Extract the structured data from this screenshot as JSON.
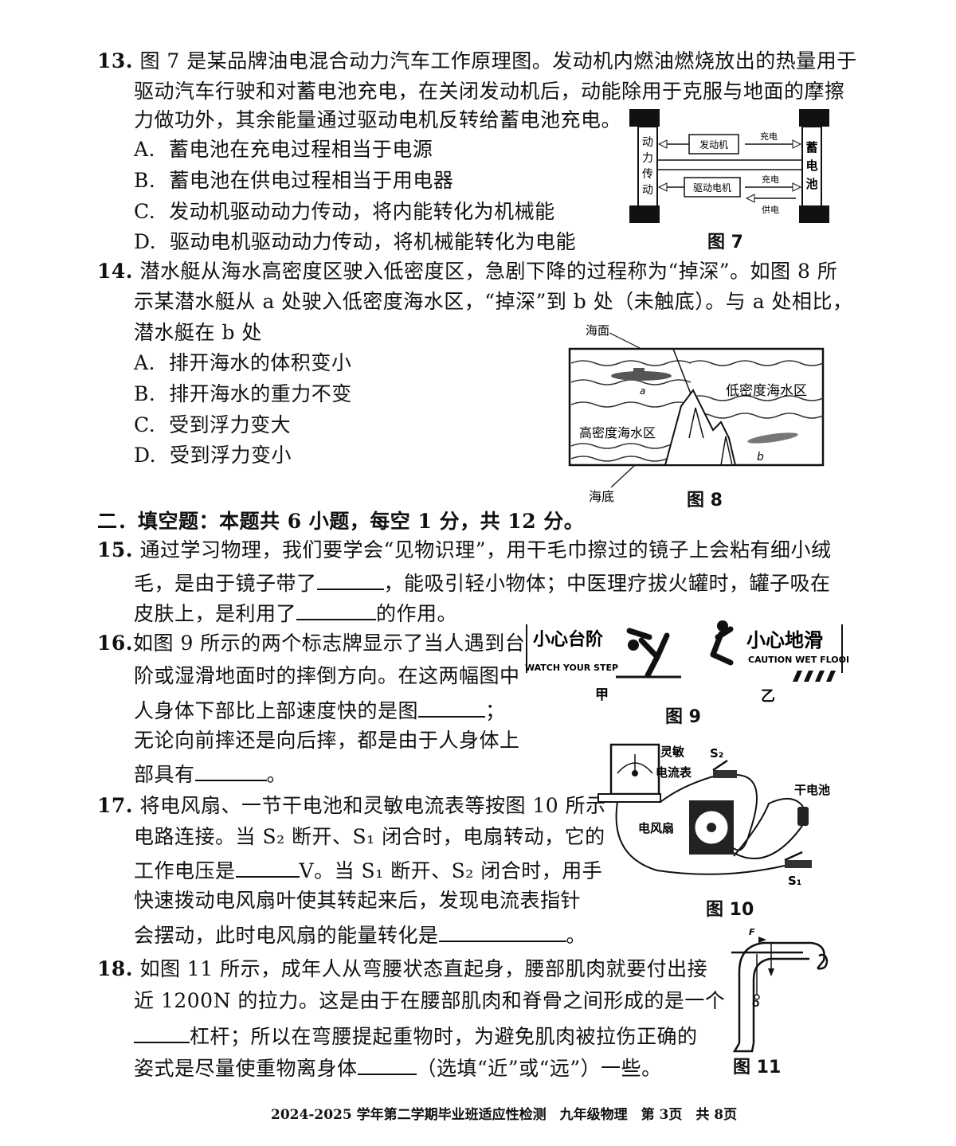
{
  "q13": {
    "num": "13.",
    "line1": "图 7 是某品牌油电混合动力汽车工作原理图。发动机内燃油燃烧放出的热量用于",
    "line2": "驱动汽车行驶和对蓄电池充电，在关闭发动机后，动能除用于克服与地面的摩擦",
    "line3": "力做功外，其余能量通过驱动电机反转给蓄电池充电。",
    "options": [
      {
        "label": "A.",
        "text": "蓄电池在充电过程相当于电源"
      },
      {
        "label": "B.",
        "text": "蓄电池在供电过程相当于用电器"
      },
      {
        "label": "C.",
        "text": "发动机驱动动力传动，将内能转化为机械能"
      },
      {
        "label": "D.",
        "text": "驱动电机驱动动力传动，将机械能转化为电能"
      }
    ],
    "figure": {
      "caption": "图 7",
      "transmission": "动力传动",
      "engine": "发动机",
      "motor": "驱动电机",
      "battery": "蓄电池",
      "charge_top": "充电",
      "charge_bottom": "充电",
      "supply": "供电"
    }
  },
  "q14": {
    "num": "14.",
    "line1": "潜水艇从海水高密度区驶入低密度区，急剧下降的过程称为“掉深”。如图 8 所",
    "line2": "示某潜水艇从 a 处驶入低密度海水区，“掉深”到 b 处（未触底）。与 a 处相比，",
    "line3": "潜水艇在 b 处",
    "options": [
      {
        "label": "A.",
        "text": "排开海水的体积变小"
      },
      {
        "label": "B.",
        "text": "排开海水的重力不变"
      },
      {
        "label": "C.",
        "text": "受到浮力变大"
      },
      {
        "label": "D.",
        "text": "受到浮力变小"
      }
    ],
    "figure": {
      "caption": "图 8",
      "sea_surface": "海面",
      "low_density": "低密度海水区",
      "high_density": "高密度海水区",
      "seabed": "海底",
      "point_a": "a",
      "point_b": "b"
    }
  },
  "section2": "二．填空题：本题共 6 小题，每空 1 分，共 12 分。",
  "q15": {
    "num": "15.",
    "line1": "通过学习物理，我们要学会“见物识理”，用干毛巾擦过的镜子上会粘有细小绒",
    "line2a": "毛，是由于镜子带了",
    "line2b": "，能吸引轻小物体；中医理疗拔火罐时，罐子吸在",
    "line3a": "皮肤上，是利用了",
    "line3b": "的作用。"
  },
  "q16": {
    "num": "16.",
    "line1": "如图 9 所示的两个标志牌显示了当人遇到台",
    "line2": "阶或湿滑地面时的摔倒方向。在这两幅图中",
    "line3a": "人身体下部比上部速度快的是图",
    "line3b": "；",
    "line4": "无论向前摔还是向后摔，都是由于人身体上",
    "line5a": "部具有",
    "line5b": "。",
    "figure": {
      "caption": "图 9",
      "sign1_cn": "小心台阶",
      "sign1_en": "WATCH YOUR STEP",
      "sign2_cn": "小心地滑",
      "sign2_en": "CAUTION WET FLOOR",
      "label1": "甲",
      "label2": "乙"
    }
  },
  "q17": {
    "num": "17.",
    "line1": "将电风扇、一节干电池和灵敏电流表等按图 10 所示",
    "line2": "电路连接。当 S₂ 断开、S₁ 闭合时，电扇转动，它的",
    "line3a": "工作电压是",
    "line3b": "V。当 S₁ 断开、S₂ 闭合时，用手",
    "line4": "快速拨动电风扇叶使其转起来后，发现电流表指针",
    "line5a": "会摆动，此时电风扇的能量转化是",
    "line5b": "。",
    "figure": {
      "caption": "图 10",
      "meter": "灵敏电流表",
      "s2": "S₂",
      "s1": "S₁",
      "battery": "干电池",
      "fan": "电风扇"
    }
  },
  "q18": {
    "num": "18.",
    "line1": "如图 11 所示，成年人从弯腰状态直起身，腰部肌肉就要付出接",
    "line2": "近 1200N 的拉力。这是由于在腰部肌肉和脊骨之间形成的是一个",
    "line3b": "杠杆；所以在弯腰提起重物时，为避免肌肉被拉伤正确的",
    "line4a": "姿式是尽量使重物离身体",
    "line4b": "（选填“近”或“远”）一些。",
    "figure": {
      "caption": "图 11",
      "label_f": "F",
      "label_o": "O"
    }
  },
  "footer": "2024-2025 学年第二学期毕业班适应性检测　九年级物理　第 3页　共 8页"
}
